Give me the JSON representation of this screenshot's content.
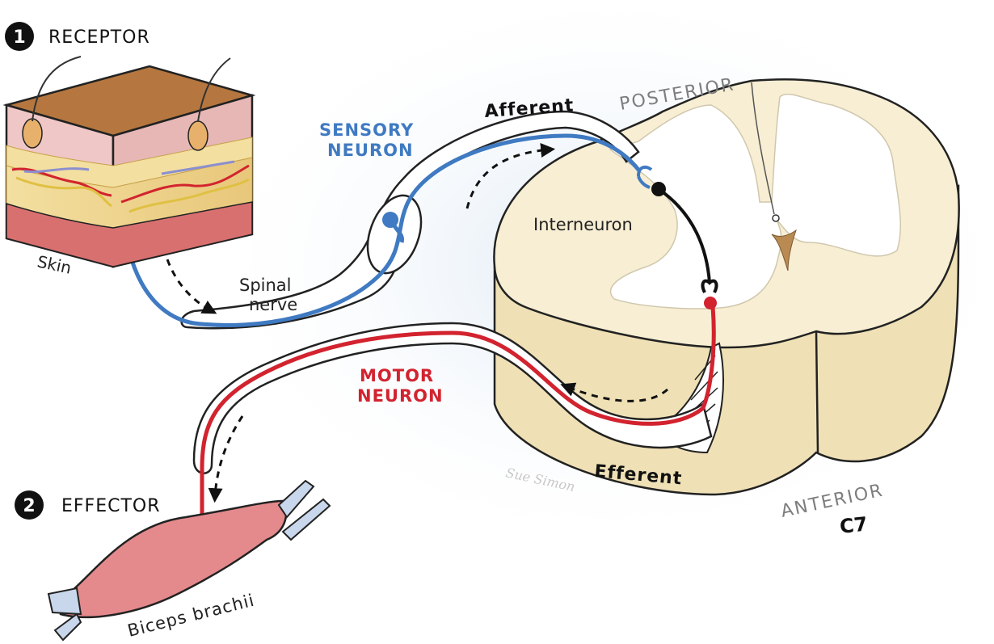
{
  "steps": {
    "receptor": {
      "number": "1",
      "label": "RECEPTOR"
    },
    "effector": {
      "number": "2",
      "label": "EFFECTOR"
    }
  },
  "labels": {
    "skin": "Skin",
    "spinal_nerve_line1": "Spinal",
    "spinal_nerve_line2": "nerve",
    "sensory_neuron_line1": "SENSORY",
    "sensory_neuron_line2": "NEURON",
    "motor_neuron_line1": "MOTOR",
    "motor_neuron_line2": "NEURON",
    "afferent": "Afferent",
    "efferent": "Efferent",
    "interneuron": "Interneuron",
    "posterior": "POSTERIOR",
    "anterior": "ANTERIOR",
    "segment": "C7",
    "muscle": "Biceps brachii",
    "signature": "Sue Simon"
  },
  "colors": {
    "sensory": "#3f7ac2",
    "motor": "#d2232f",
    "interneuron": "#111111",
    "cord": "#f7eed3",
    "cord_side": "#efe0b6",
    "gray_label": "#7d7d7d",
    "muscle": "#e48a8c"
  },
  "icons": {
    "skin": "skin-block-icon",
    "muscle": "muscle-icon",
    "spinal_cord": "spinal-cord-icon",
    "flow_arrows": "dashed-arrow-icon"
  }
}
